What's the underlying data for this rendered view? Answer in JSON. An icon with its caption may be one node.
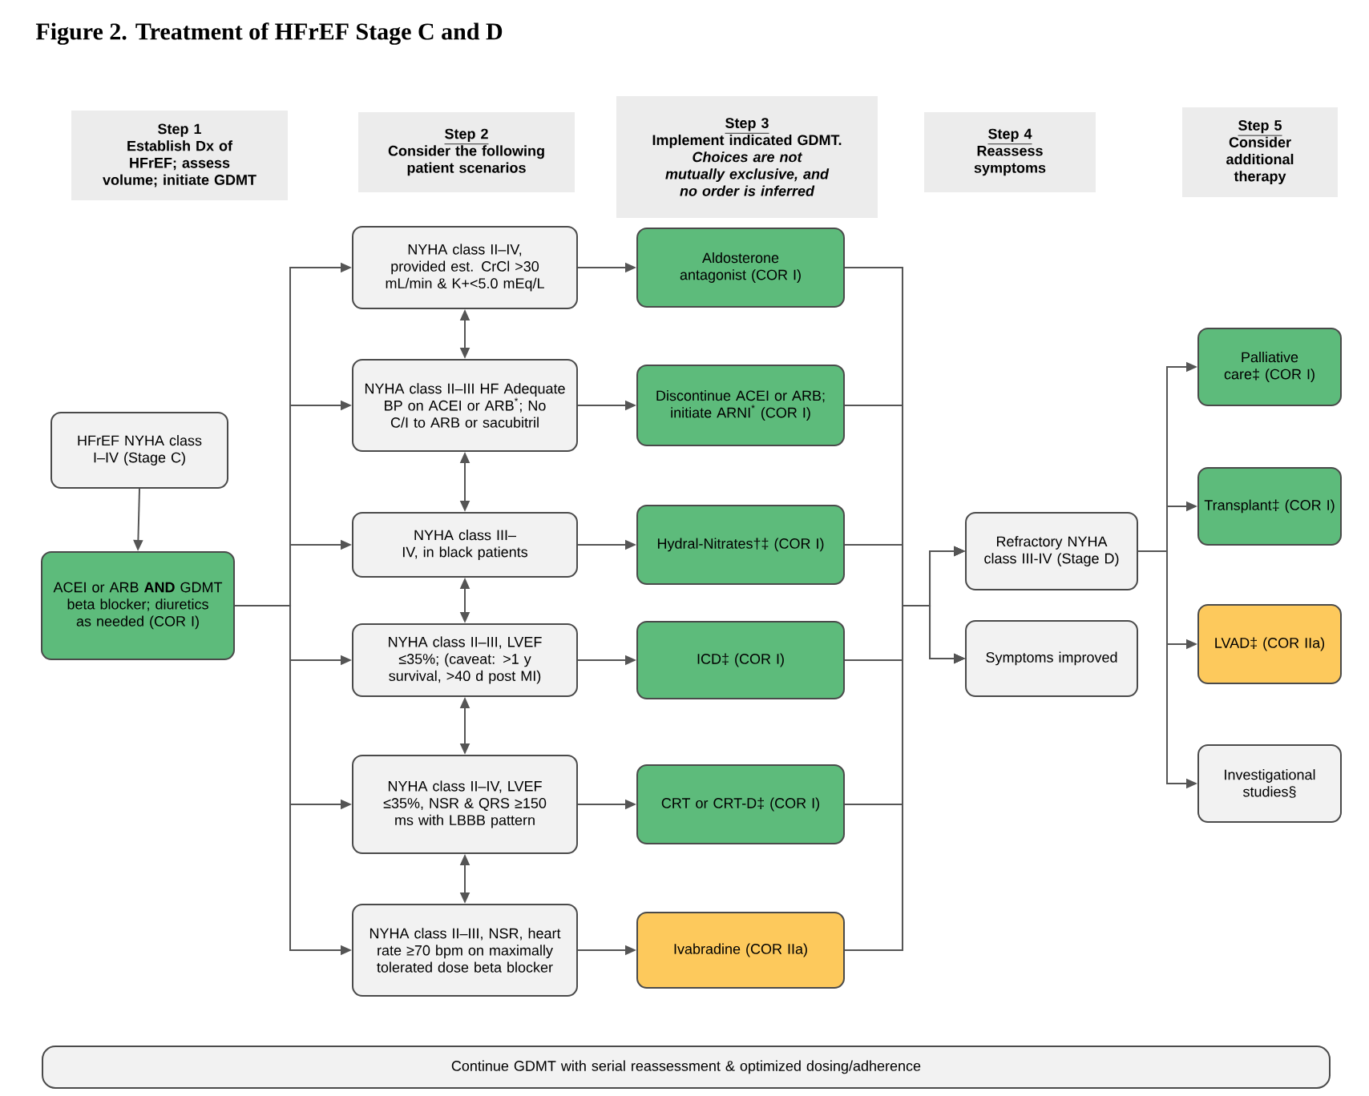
{
  "diagram": {
    "title": "Figure 2. Treatment of HFrEF Stage C and D",
    "nodes": [
      {
        "text": [
          "Step 1",
          "Establish Dx of HFrEF; assess volume; initiate GDMT"
        ]
      },
      {
        "text": [
          "Step 2",
          "Consider the following patient scenarios"
        ]
      },
      {
        "text": [
          "Step 3",
          "Implement indicated GDMT.",
          "Choices are not mutually exclusive, and no order is inferred"
        ]
      },
      {
        "text": [
          "Step 4",
          "Reassess symptoms"
        ]
      },
      {
        "text": [
          "Step 5",
          "Consider additional therapy"
        ]
      },
      {
        "text": [
          "HFrEF NYHA class I–IV (Stage C)"
        ]
      },
      {
        "text": [
          "ACEI or ARB **AND** GDMT beta blocker; diuretics as needed (COR I)"
        ]
      },
      {
        "text": [
          "NYHA class II–IV, provided est. CrCl >30 mL/min & K+<5.0 mEq/L"
        ]
      },
      {
        "text": [
          "NYHA class II–III HF Adequate BP on ACEI or ARB$^{*}$; No C/I to ARB or sacubitril"
        ]
      },
      {
        "text": [
          "NYHA class III–IV, in black patients"
        ]
      },
      {
        "text": [
          "NYHA class II–III, LVEF ≤35%; (caveat: >1 y survival, >40 d post MI)"
        ]
      },
      {
        "text": [
          "NYHA class II–IV, LVEF ≤35%, NSR & QRS ≥150 ms with LBBB pattern"
        ]
      },
      {
        "text": [
          "NYHA class II–III, NSR, heart rate ≥70 bpm on maximally tolerated dose beta blocker"
        ]
      },
      {
        "text": [
          "Aldosterone antagonist (COR I)"
        ]
      },
      {
        "text": [
          "Discontinue ACEI or ARB; initiate ARNI$^{*}$ (COR I)"
        ]
      },
      {
        "text": [
          "Hydral-Nitrates†‡ (COR I)"
        ]
      },
      {
        "text": [
          "ICD‡ (COR I)"
        ]
      },
      {
        "text": [
          "CRT or CRT-D‡ (COR I)"
        ]
      },
      {
        "text": [
          "Ivabradine (COR IIa)"
        ]
      },
      {
        "text": [
          "Refractory NYHA class III-IV (Stage D)"
        ]
      },
      {
        "text": [
          "Symptoms improved"
        ]
      },
      {
        "text": [
          "Palliative care‡ (COR I)"
        ]
      },
      {
        "text": [
          "Transplant‡ (COR I)"
        ]
      },
      {
        "text": [
          "LVAD‡ (COR IIa)"
        ]
      },
      {
        "text": [
          "Investigational studies§"
        ]
      },
      {
        "text": [
          "Continue GDMT with serial reassessment & optimized dosing/adherence"
        ]
      }
    ],
    "edges": [
      {
        "from": 5,
        "to": 6,
        "arrow": "to"
      },
      {
        "from": 6,
        "to": 7,
        "arrow": "to"
      },
      {
        "from": 6,
        "to": 8,
        "arrow": "to"
      },
      {
        "from": 6,
        "to": 9,
        "arrow": "to"
      },
      {
        "from": 6,
        "to": 10,
        "arrow": "to"
      },
      {
        "from": 6,
        "to": 11,
        "arrow": "to"
      },
      {
        "from": 6,
        "to": 12,
        "arrow": "to"
      },
      {
        "from": 7,
        "to": 8,
        "arrow": "both"
      },
      {
        "from": 8,
        "to": 9,
        "arrow": "both"
      },
      {
        "from": 9,
        "to": 10,
        "arrow": "both"
      },
      {
        "from": 10,
        "to": 11,
        "arrow": "both"
      },
      {
        "from": 11,
        "to": 12,
        "arrow": "both"
      },
      {
        "from": 7,
        "to": 13,
        "arrow": "to"
      },
      {
        "from": 8,
        "to": 14,
        "arrow": "to"
      },
      {
        "from": 9,
        "to": 15,
        "arrow": "to"
      },
      {
        "from": 10,
        "to": 16,
        "arrow": "to"
      },
      {
        "from": 11,
        "to": 17,
        "arrow": "to"
      },
      {
        "from": 12,
        "to": 18,
        "arrow": "to"
      },
      {
        "from": 13,
        "to": 19,
        "arrow": "to"
      },
      {
        "from": 14,
        "to": 19,
        "arrow": "to"
      },
      {
        "from": 15,
        "to": 19,
        "arrow": "to"
      },
      {
        "from": 16,
        "to": 19,
        "arrow": "to"
      },
      {
        "from": 17,
        "to": 19,
        "arrow": "to"
      },
      {
        "from": 18,
        "to": 19,
        "arrow": "to"
      },
      {
        "from": 13,
        "to": 20,
        "arrow": "to"
      },
      {
        "from": 14,
        "to": 20,
        "arrow": "to"
      },
      {
        "from": 15,
        "to": 20,
        "arrow": "to"
      },
      {
        "from": 16,
        "to": 20,
        "arrow": "to"
      },
      {
        "from": 17,
        "to": 20,
        "arrow": "to"
      },
      {
        "from": 18,
        "to": 20,
        "arrow": "to"
      },
      {
        "from": 19,
        "to": 21,
        "arrow": "to"
      },
      {
        "from": 19,
        "to": 22,
        "arrow": "to"
      },
      {
        "from": 19,
        "to": 23,
        "arrow": "to"
      },
      {
        "from": 19,
        "to": 24,
        "arrow": "to"
      }
    ]
  }
}
